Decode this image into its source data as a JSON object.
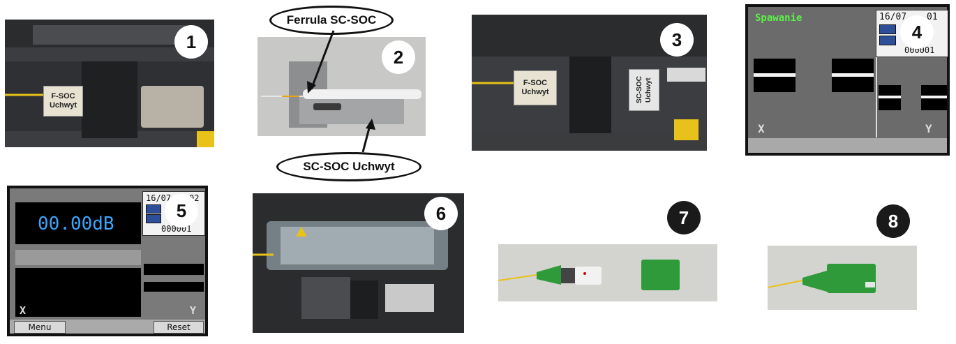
{
  "steps": {
    "s1": {
      "number": "1",
      "holder_line1": "F-SOC",
      "holder_line2": "Uchwyt"
    },
    "s2": {
      "number": "2",
      "ferrule_label": "Ferrula SC-SOC",
      "holder_label": "SC-SOC Uchwyt"
    },
    "s3": {
      "number": "3",
      "left_line1": "F-SOC",
      "left_line2": "Uchwyt",
      "right_label": "SC-SOC Uchwyt"
    },
    "s4": {
      "number": "4",
      "mode": "Spawanie",
      "date": "16/07",
      "date_tail": "01",
      "counter": "000001",
      "x_label": "X",
      "y_label": "Y"
    },
    "s5": {
      "number": "5",
      "loss": "00.00dB",
      "date": "16/07",
      "date_tail": "02",
      "counter": "000001",
      "x_label": "X",
      "y_label": "Y",
      "menu_button": "Menu",
      "reset_button": "Reset"
    },
    "s6": {
      "number": "6"
    },
    "s7": {
      "number": "7"
    },
    "s8": {
      "number": "8"
    }
  },
  "colors": {
    "fiber_yellow": "#e8c21a",
    "sc_green": "#2e9a3a",
    "lcd_green_text": "#5cf04a",
    "lcd_blue_text": "#3aa6ff"
  }
}
